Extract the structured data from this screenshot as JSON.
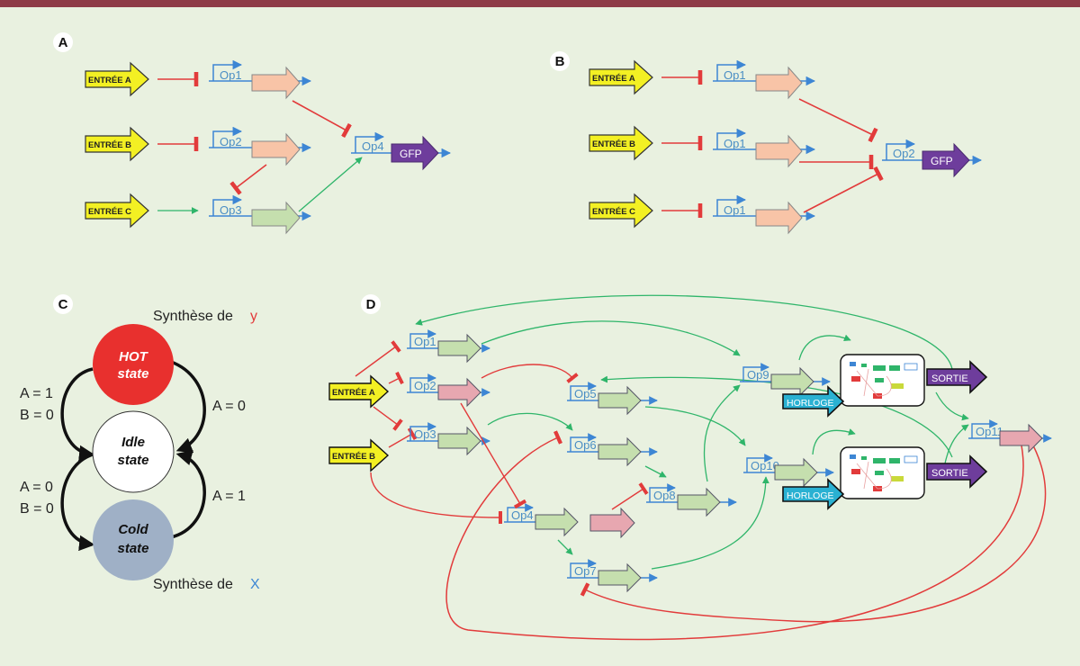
{
  "colors": {
    "background": "#e9f1e0",
    "top_bar": "#8e3b47",
    "input_arrow": "#f3f023",
    "promoter": "#3d86d4",
    "repression": "#e23b3b",
    "activation": "#2fb56a",
    "gene_salmon": "#f8c4a7",
    "gene_green": "#c5dfae",
    "gene_pink": "#e7a7b0",
    "gfp": "#6e3d9c",
    "horloge": "#2ab1d2",
    "hot": "#e8302e",
    "cold": "#9fb0c6"
  },
  "panels": {
    "A": {
      "label": "A",
      "inputs": [
        "ENTRÉE A",
        "ENTRÉE B",
        "ENTRÉE C"
      ],
      "operators": [
        "Op1",
        "Op2",
        "Op3",
        "Op4"
      ],
      "output": "GFP"
    },
    "B": {
      "label": "B",
      "inputs": [
        "ENTRÉE A",
        "ENTRÉE B",
        "ENTRÉE C"
      ],
      "operators": [
        "Op1",
        "Op1",
        "Op1",
        "Op2"
      ],
      "output": "GFP"
    },
    "C": {
      "label": "C",
      "synth_top": "Synthèse de",
      "synth_top_var": "y",
      "synth_bottom": "Synthèse de",
      "synth_bottom_var": "X",
      "hot_line1": "HOT",
      "hot_line2": "state",
      "idle_line1": "Idle",
      "idle_line2": "state",
      "cold_line1": "Cold",
      "cold_line2": "state",
      "cond_left_top": [
        "A = 1",
        "B = 0"
      ],
      "cond_left_bottom": [
        "A = 0",
        "B = 0"
      ],
      "cond_right_top": "A = 0",
      "cond_right_bottom": "A = 1"
    },
    "D": {
      "label": "D",
      "inputs": [
        "ENTRÉE A",
        "ENTRÉE B"
      ],
      "operators": [
        "Op1",
        "Op2",
        "Op3",
        "Op4",
        "Op5",
        "Op6",
        "Op7",
        "Op8",
        "Op9",
        "Op10",
        "Op11"
      ],
      "horloge": "HORLOGE",
      "sortie": "SORTIE"
    }
  }
}
